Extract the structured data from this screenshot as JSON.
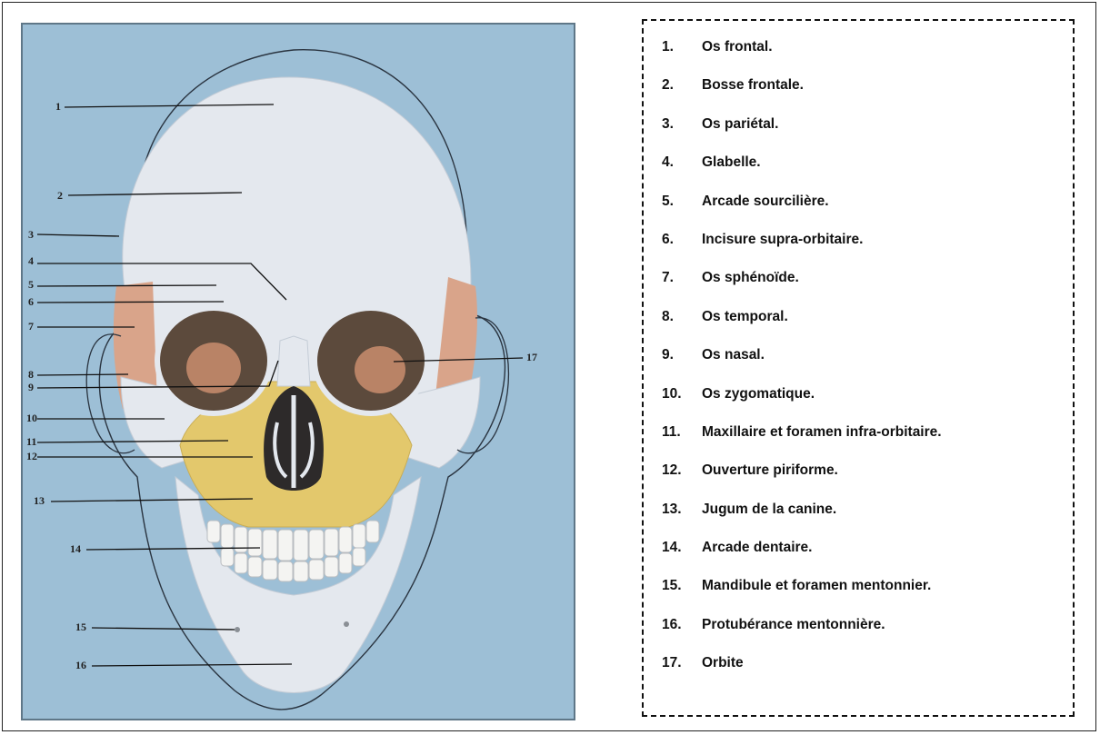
{
  "figure_labels": [
    "1",
    "2",
    "3",
    "4",
    "5",
    "6",
    "7",
    "8",
    "9",
    "10",
    "11",
    "12",
    "13",
    "14",
    "15",
    "16",
    "17"
  ],
  "legend": [
    {
      "num": "1.",
      "text": "Os frontal."
    },
    {
      "num": "2.",
      "text": "Bosse frontale."
    },
    {
      "num": "3.",
      "text": "Os pariétal."
    },
    {
      "num": "4.",
      "text": "Glabelle."
    },
    {
      "num": "5.",
      "text": "Arcade sourcilière."
    },
    {
      "num": "6.",
      "text": "Incisure supra-orbitaire."
    },
    {
      "num": "7.",
      "text": "Os sphénoïde."
    },
    {
      "num": "8.",
      "text": "Os temporal."
    },
    {
      "num": "9.",
      "text": "Os nasal."
    },
    {
      "num": "10.",
      "text": "Os zygomatique."
    },
    {
      "num": "11.",
      "text": "Maxillaire et foramen infra-orbitaire."
    },
    {
      "num": "12.",
      "text": "Ouverture piriforme."
    },
    {
      "num": "13.",
      "text": "Jugum de la canine."
    },
    {
      "num": "14.",
      "text": "Arcade dentaire."
    },
    {
      "num": "15.",
      "text": "Mandibule et foramen mentonnier."
    },
    {
      "num": "16.",
      "text": "Protubérance mentonnière."
    },
    {
      "num": "17.",
      "text": "Orbite"
    }
  ],
  "colors": {
    "background_panel": "#9dbfd6",
    "bone": "#e4e8ee",
    "maxilla": "#e3c86c",
    "temporal": "#d9a48a",
    "orbit": "#5c4a3c",
    "legend_border": "#111111"
  }
}
